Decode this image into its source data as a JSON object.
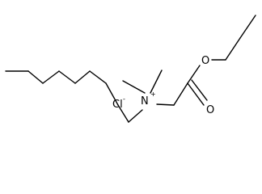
{
  "molecule": {
    "atoms": {
      "n": {
        "symbol": "N",
        "charge": "+"
      },
      "chloride": {
        "symbol": "Cl",
        "charge": "-"
      },
      "ester_o": {
        "symbol": "O"
      },
      "carbonyl_o": {
        "symbol": "O"
      }
    },
    "bond_color": "#000000",
    "label_color": "#000000"
  }
}
